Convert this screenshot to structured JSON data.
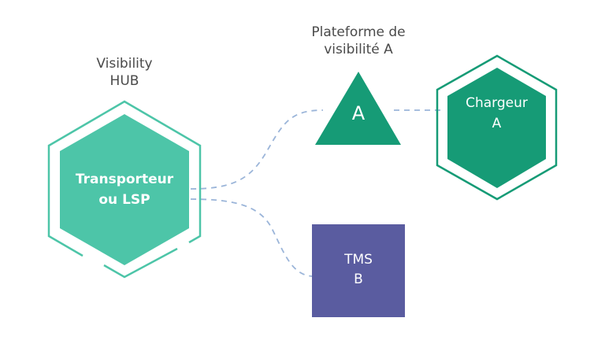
{
  "colors": {
    "hub_fill": "#4dc5a8",
    "platform_fill": "#169b76",
    "shipper_fill": "#169b76",
    "tms_fill": "#5a5ca0",
    "connector": "#9bb5d9",
    "label_text": "#4a4a4a",
    "node_text": "#ffffff"
  },
  "nodes": {
    "hub": {
      "caption_line1": "Visibility",
      "caption_line2": "HUB",
      "text_line1": "Transporteur",
      "text_line2": "ou LSP",
      "shape": "hexagon-outlined"
    },
    "platform": {
      "caption_line1": "Plateforme de",
      "caption_line2": "visibilité A",
      "text": "A",
      "shape": "triangle"
    },
    "shipper": {
      "text_line1": "Chargeur",
      "text_line2": "A",
      "shape": "hexagon-outlined"
    },
    "tms": {
      "text_line1": "TMS",
      "text_line2": "B",
      "shape": "square"
    }
  },
  "connections": [
    {
      "from": "hub",
      "to": "platform",
      "style": "dashed"
    },
    {
      "from": "platform",
      "to": "shipper",
      "style": "dashed"
    },
    {
      "from": "hub",
      "to": "tms",
      "style": "dashed"
    }
  ]
}
